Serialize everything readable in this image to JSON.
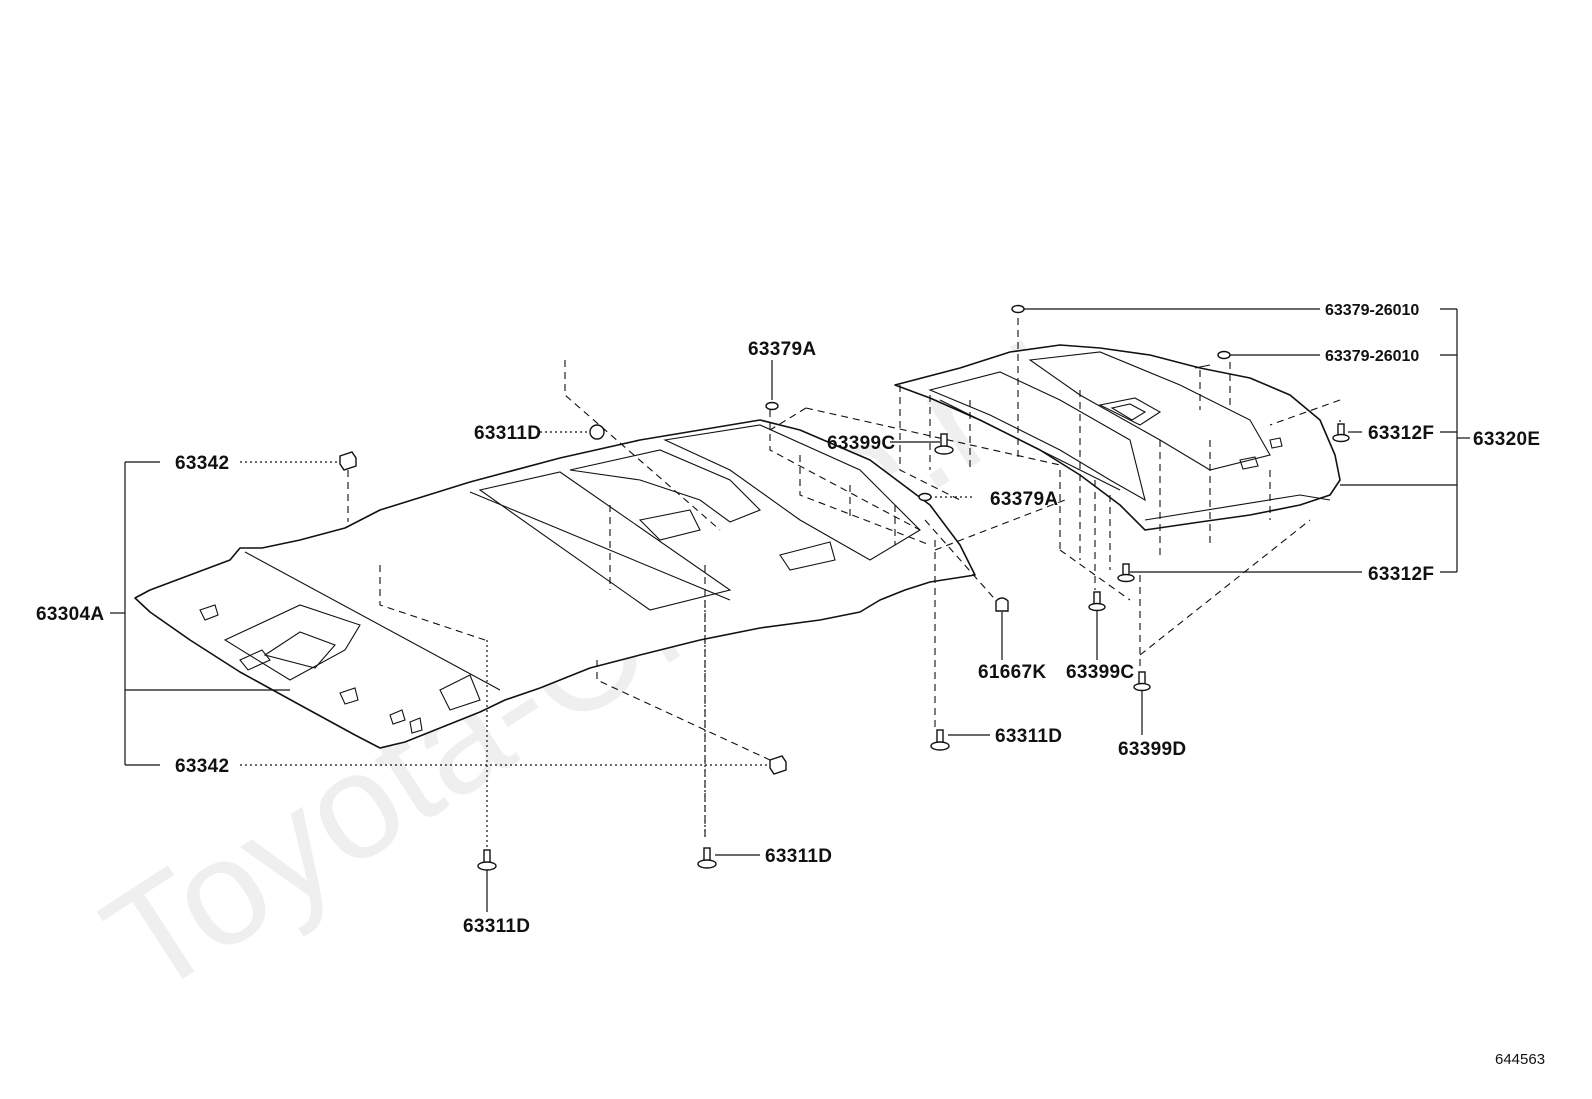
{
  "watermark": "Toyota-Online.ru",
  "reference_number": "644563",
  "labels": {
    "p63304A": "63304A",
    "p63342_top": "63342",
    "p63342_bottom": "63342",
    "p63311D_upper": "63311D",
    "p63379A_top": "63379A",
    "p63399C_left": "63399C",
    "p63379A_mid": "63379A",
    "p63379_26010_a": "63379-26010",
    "p63379_26010_b": "63379-26010",
    "p63312F_top": "63312F",
    "p63312F_bottom": "63312F",
    "p63320E": "63320E",
    "p61667K": "61667K",
    "p63399C_right": "63399C",
    "p63399D": "63399D",
    "p63311D_mid": "63311D",
    "p63311D_lower_right": "63311D",
    "p63311D_lower_left": "63311D"
  }
}
